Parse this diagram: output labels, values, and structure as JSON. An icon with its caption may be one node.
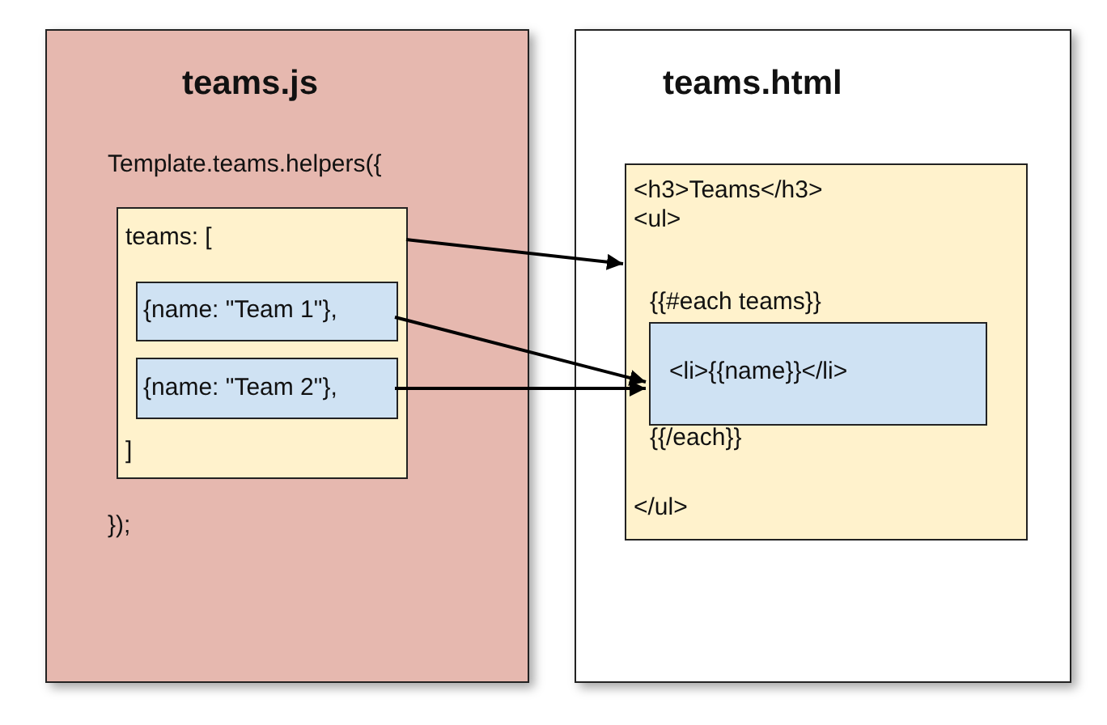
{
  "diagram": {
    "nodes": [
      {
        "text": [
          "teams.js",
          "Template.teams.helpers({",
          "});"
        ]
      },
      {
        "text": [
          "teams: [",
          "]"
        ],
        "in": 0
      },
      {
        "text": [
          "{name: \"Team 1\"},"
        ],
        "in": 1
      },
      {
        "text": [
          "{name: \"Team 2\"},"
        ],
        "in": 1
      },
      {
        "text": [
          "teams.html"
        ]
      },
      {
        "text": [
          "<h3>Teams</h3> <ul>",
          "{{#each teams}}",
          "{{/each}}",
          "</ul>"
        ],
        "in": 4
      },
      {
        "text": [
          "<li>{{name}}</li>"
        ],
        "in": 5
      }
    ],
    "edges": [
      {
        "from": 1,
        "to": 5,
        "arrow": "to"
      },
      {
        "from": 2,
        "to": 6,
        "arrow": "to"
      },
      {
        "from": 3,
        "to": 6,
        "arrow": "to"
      }
    ]
  }
}
